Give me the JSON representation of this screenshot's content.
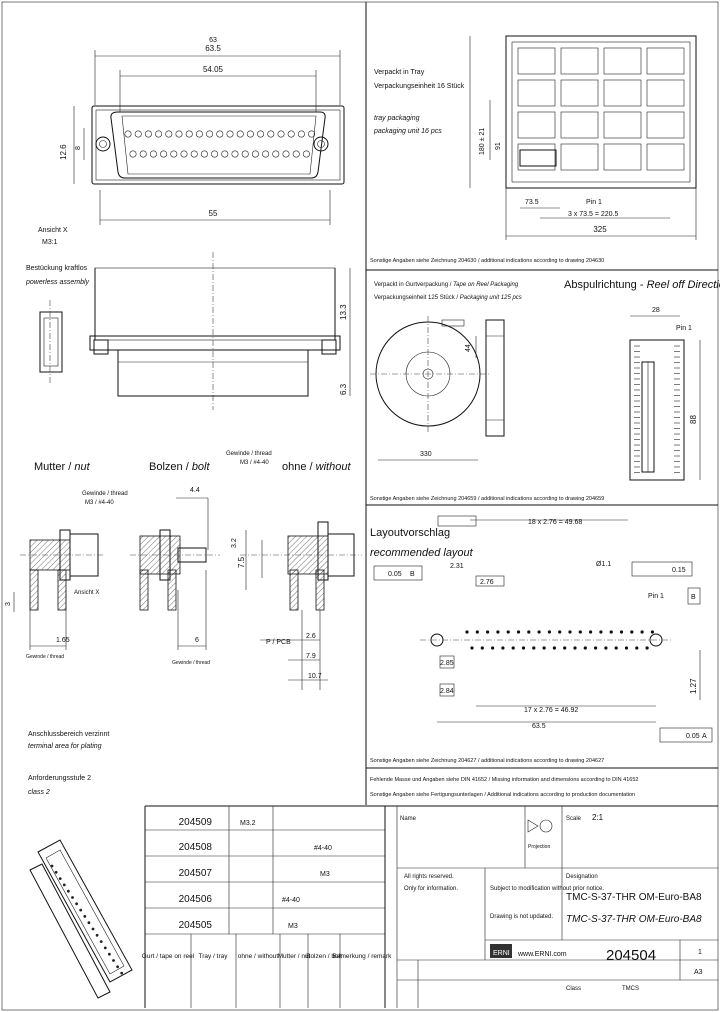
{
  "top_left": {
    "dim_overall": "63",
    "dim_overall_tol": "63.5",
    "dim_pitch": "54.05",
    "dim_height": "12.6",
    "dim_height2": "8",
    "dim_bottom": "55"
  },
  "view_x": {
    "label": "Ansicht X",
    "scale": "M3:1"
  },
  "unpopulated": {
    "label_de": "Bestückung kraftlos",
    "label_en": "powerless assembly",
    "dim_side": "13.3",
    "dim_low": "6.3"
  },
  "mounting": {
    "nut": {
      "de": "Mutter",
      "en": "nut"
    },
    "bolt": {
      "de": "Bolzen",
      "en": "bolt"
    },
    "without": {
      "de": "ohne",
      "en": "without"
    },
    "thread1": "Gewinde / thread",
    "thread1_val": "M3 / #4-40",
    "thread2": "Gewinde / thread",
    "thread2_val": "M3 / #4-40",
    "dim_44": "4.4",
    "dim_3": "3",
    "dim_165": "1.65",
    "dim_6": "6",
    "dim_75": "7.5",
    "dim_32": "3.2",
    "dim_26": "2.6",
    "dim_79": "7.9",
    "dim_107": "10.7",
    "pcb": "P / PCB",
    "view": "Ansicht X",
    "note1": "Gewinde / thread",
    "note2": "Gewinde / thread"
  },
  "tray": {
    "line1": "Verpackt in Tray",
    "line2": "Verpackungseinheit 16 Stück",
    "line3": "tray packaging",
    "line4": "packaging unit 16 pcs",
    "dim_total_h": "180 ± 21",
    "dim_inner": "91",
    "dim_pitch_x": "73.5",
    "dim_pin1": "Pin 1",
    "dim_series": "3 x 73.5 = 220.5",
    "dim_width": "325",
    "note": "Sonstige Angaben siehe Zeichnung 204630 / additional indications according to drawing 204630"
  },
  "reel": {
    "line1": "Verpackt in Gurtverpackung",
    "line1_en": "Tape on Reel Packaging",
    "line2": "Verpackungseinheit 125 Stück",
    "line2_en": "Packaging unit 125 pcs",
    "dim_dia": "330",
    "dim_w": "44",
    "note": "Sonstige Angaben siehe Zeichnung 204659 / additional indications according to drawing 204659"
  },
  "reel_direction": {
    "title_de": "Abspulrichtung",
    "title_en": "Reel off Direction",
    "dim_28": "28",
    "pin1": "Pin 1",
    "dim_88": "88"
  },
  "layout": {
    "title_de": "Layoutvorschlag",
    "title_en": "recommended layout",
    "dim_top": "18 x 2.76 = 49.68",
    "dim_005": "0.05",
    "datum_b": "B",
    "dim_231": "2.31",
    "dim_276": "2.76",
    "dim_hole": "Ø1.1",
    "dim_015": "0.15",
    "pin1": "Pin 1",
    "dim_285": "2.85",
    "dim_284": "2.84",
    "dim_bottom": "17 x 2.76 = 46.92",
    "dim_overall": "63.5",
    "dim_127": "1.27",
    "dim_a": "A",
    "dim_005b": "0.05",
    "note": "Sonstige Angaben siehe Zeichnung 204627 / additional indications according to drawing 204627"
  },
  "terminal": {
    "de": "Anschlussbereich verzinnt",
    "en": "terminal area for plating",
    "class_de": "Anforderungsstufe 2",
    "class_en": "class 2"
  },
  "notes": {
    "line1": "Fehlende Masse und Angaben siehe DIN 41652 / Missing information and dimensions according to DIN 41652",
    "line2": "Sonstige Angaben siehe Fertigungsunterlagen / Additional indications according to production documentation"
  },
  "variants": {
    "rows": [
      {
        "num": "204509",
        "col": "M3.2"
      },
      {
        "num": "204508",
        "col": "#4-40"
      },
      {
        "num": "204507",
        "col": "M3"
      },
      {
        "num": "204506",
        "col": "#4-40"
      },
      {
        "num": "204505",
        "col": "M3"
      }
    ],
    "headers": [
      "Gurt / tape on reel",
      "Tray / tray",
      "ohne / without",
      "Mutter / nut",
      "Bolzen / bolt",
      "Bemerkung / remark"
    ]
  },
  "title_block": {
    "name_label": "Name",
    "scale_label": "Scale",
    "scale_val": "2:1",
    "projection_label": "Projection",
    "rights": "All rights reserved.",
    "only_info": "Only for information.",
    "subject": "Subject to modification without prior notice.",
    "drawing_not_updated": "Drawing is not updated.",
    "designation_label": "Designation",
    "designation1": "TMC-S-37-THR OM-Euro-BA8",
    "designation2": "TMC-S-37-THR OM-Euro-BA8",
    "company": "ERNI",
    "website": "www.ERNI.com",
    "number": "204504",
    "sheet": "1",
    "format": "A3",
    "class_label": "Class",
    "class_val": "TMCS"
  }
}
